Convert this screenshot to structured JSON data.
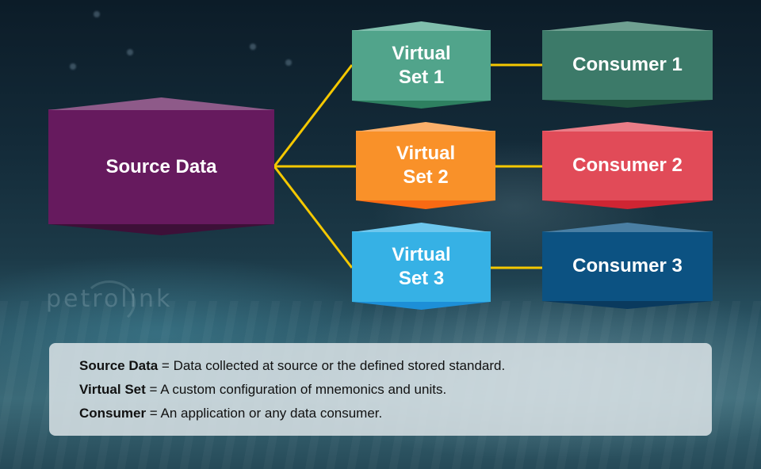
{
  "diagram": {
    "source": {
      "label": "Source Data",
      "color": "#661a5e"
    },
    "virtual_sets": [
      {
        "line1": "Virtual",
        "line2": "Set 1",
        "color": "#51a48b"
      },
      {
        "line1": "Virtual",
        "line2": "Set 2",
        "color": "#f99129"
      },
      {
        "line1": "Virtual",
        "line2": "Set 3",
        "color": "#36b1e5"
      }
    ],
    "consumers": [
      {
        "label": "Consumer 1",
        "color": "#3c7a69"
      },
      {
        "label": "Consumer 2",
        "color": "#e14b58"
      },
      {
        "label": "Consumer 3",
        "color": "#0c5282"
      }
    ],
    "connector_color": "#f5c800",
    "edges": [
      {
        "from": "Source Data",
        "to": "Virtual Set 1"
      },
      {
        "from": "Source Data",
        "to": "Virtual Set 2"
      },
      {
        "from": "Source Data",
        "to": "Virtual Set 3"
      },
      {
        "from": "Virtual Set 1",
        "to": "Consumer 1"
      },
      {
        "from": "Virtual Set 2",
        "to": "Consumer 2"
      },
      {
        "from": "Virtual Set 3",
        "to": "Consumer 3"
      }
    ]
  },
  "legend": [
    {
      "term": "Source Data",
      "definition": " = Data collected at source or the defined stored standard."
    },
    {
      "term": "Virtual Set",
      "definition": " = A custom configuration of mnemonics and units."
    },
    {
      "term": "Consumer",
      "definition": " = An application or any data consumer."
    }
  ],
  "watermark": "petrolink"
}
